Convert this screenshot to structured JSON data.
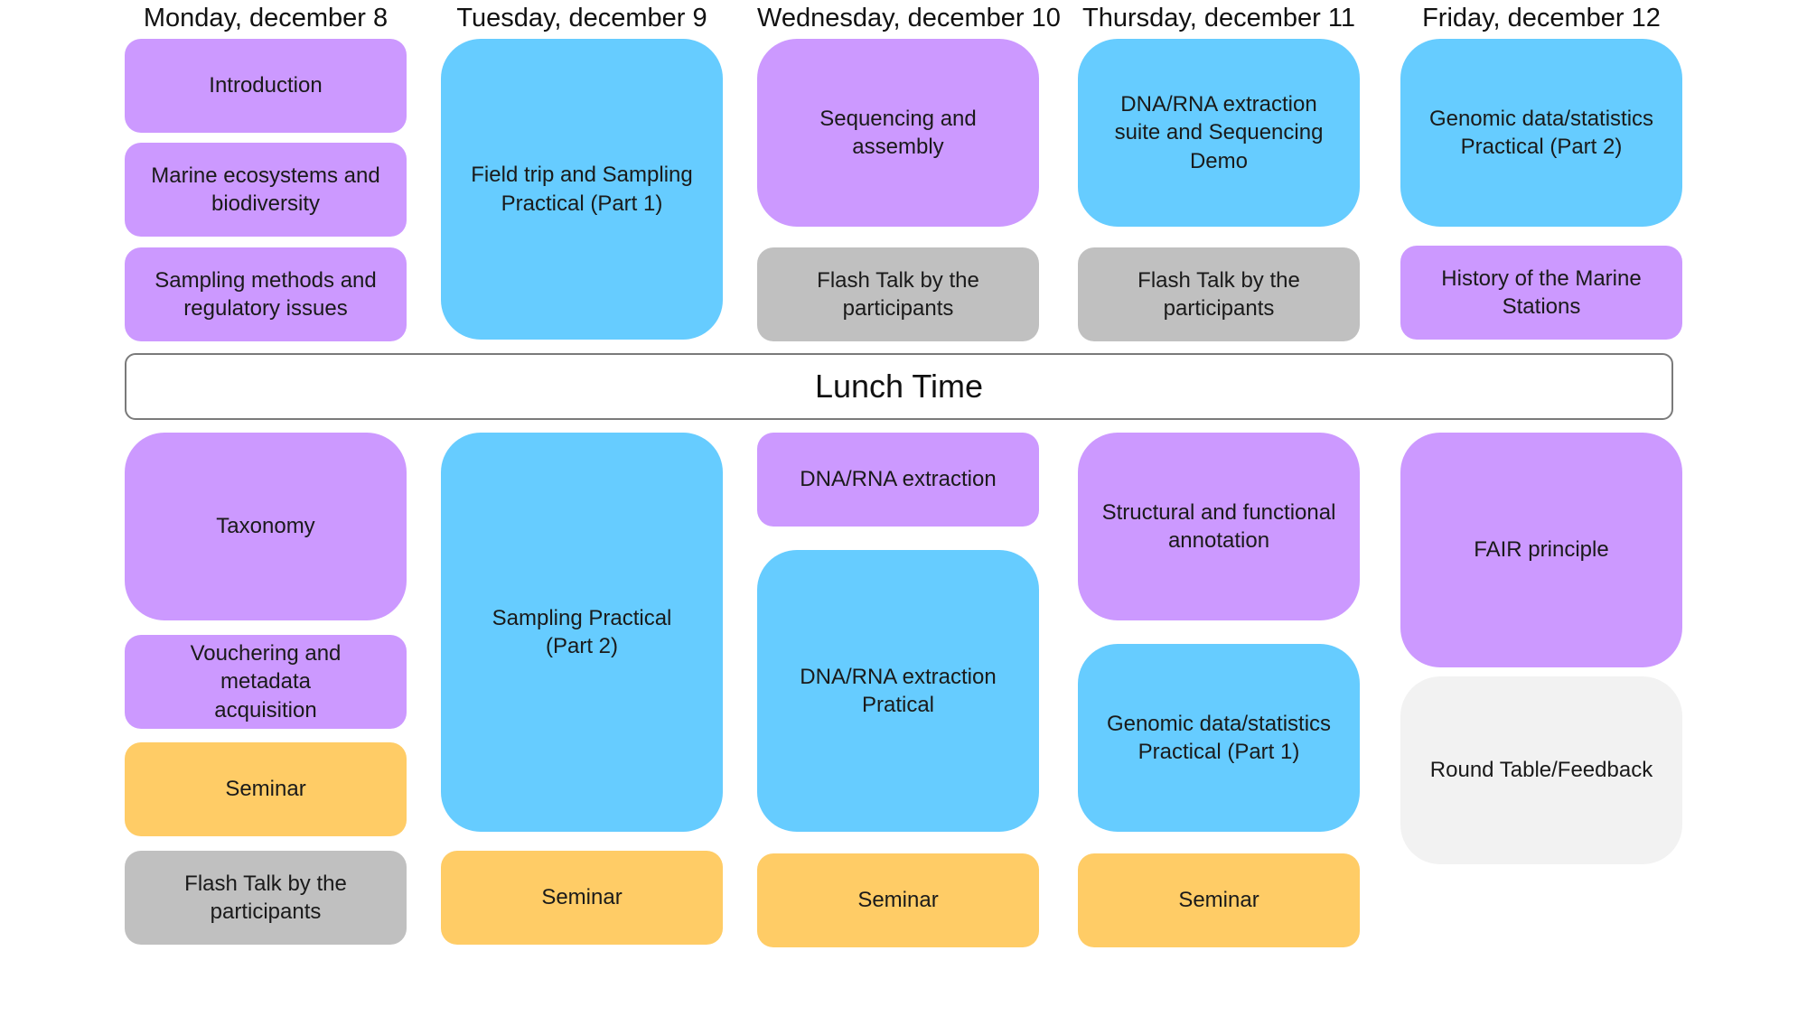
{
  "days": [
    "Monday, december 8",
    "Tuesday, december 9",
    "Wednesday, december 10",
    "Thursday, december 11",
    "Friday, december 12"
  ],
  "lunch": "Lunch Time",
  "colors": {
    "purple": "#cc99ff",
    "blue": "#66ccff",
    "gray": "#c0c0c0",
    "yellow": "#ffcc66",
    "light_gray": "#f2f2f2",
    "lunch_border": "#7a7a7a"
  },
  "sessions": {
    "monday": {
      "introduction": "Introduction",
      "marine": "Marine ecosystems and\nbiodiversity",
      "sampling_methods": "Sampling methods and\nregulatory issues",
      "taxonomy": "Taxonomy",
      "vouchering": "Vouchering and metadata\nacquisition",
      "seminar": "Seminar",
      "flash_talk": "Flash Talk by the\nparticipants"
    },
    "tuesday": {
      "field_trip": "Field trip and  Sampling\nPractical (Part 1)",
      "sampling_practical": "Sampling Practical\n(Part 2)",
      "seminar": "Seminar"
    },
    "wednesday": {
      "sequencing": "Sequencing and\nassembly",
      "flash_talk": "Flash Talk by the\nparticipants",
      "extraction": "DNA/RNA extraction",
      "extraction_practical": "DNA/RNA extraction\nPratical",
      "seminar": "Seminar"
    },
    "thursday": {
      "extraction_suite": "DNA/RNA extraction\nsuite and Sequencing\nDemo",
      "flash_talk": "Flash Talk by the\nparticipants",
      "annotation": "Structural and functional\nannotation",
      "genomic_part1": "Genomic data/statistics\nPractical (Part 1)",
      "seminar": "Seminar"
    },
    "friday": {
      "genomic_part2": "Genomic data/statistics\nPractical (Part 2)",
      "history": "History of the Marine\nStations",
      "fair": "FAIR principle",
      "round_table": "Round Table/Feedback"
    }
  }
}
